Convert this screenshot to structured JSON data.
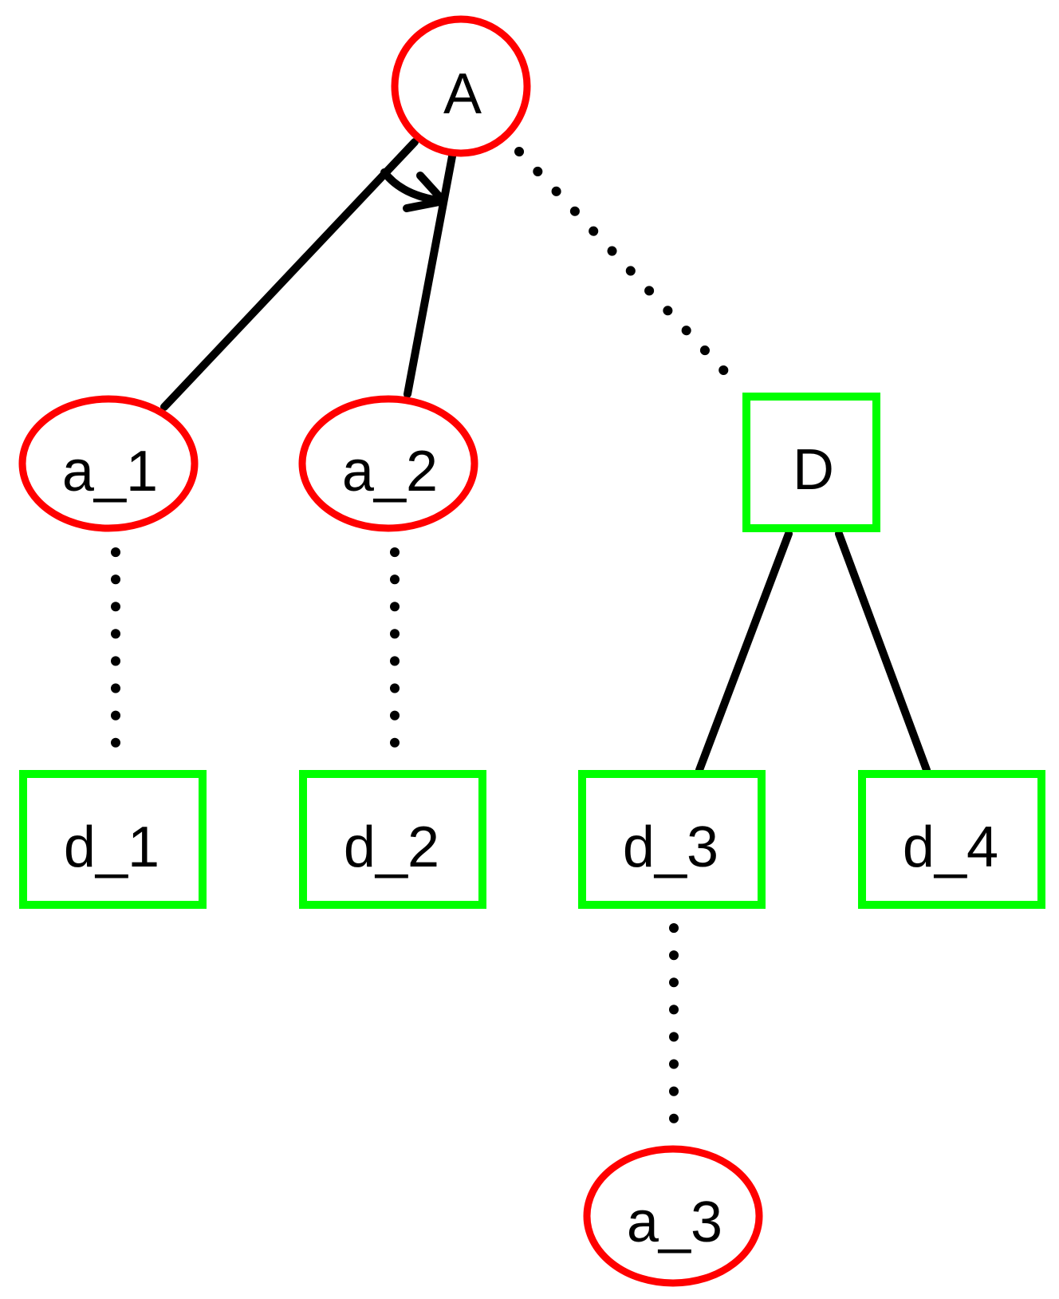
{
  "colors": {
    "and_node": "#ff0000",
    "or_node": "#00ff00",
    "edge": "#000000"
  },
  "nodes": {
    "A": "A",
    "a_1": "a_1",
    "a_2": "a_2",
    "a_3": "a_3",
    "D": "D",
    "d_1": "d_1",
    "d_2": "d_2",
    "d_3": "d_3",
    "d_4": "d_4"
  }
}
